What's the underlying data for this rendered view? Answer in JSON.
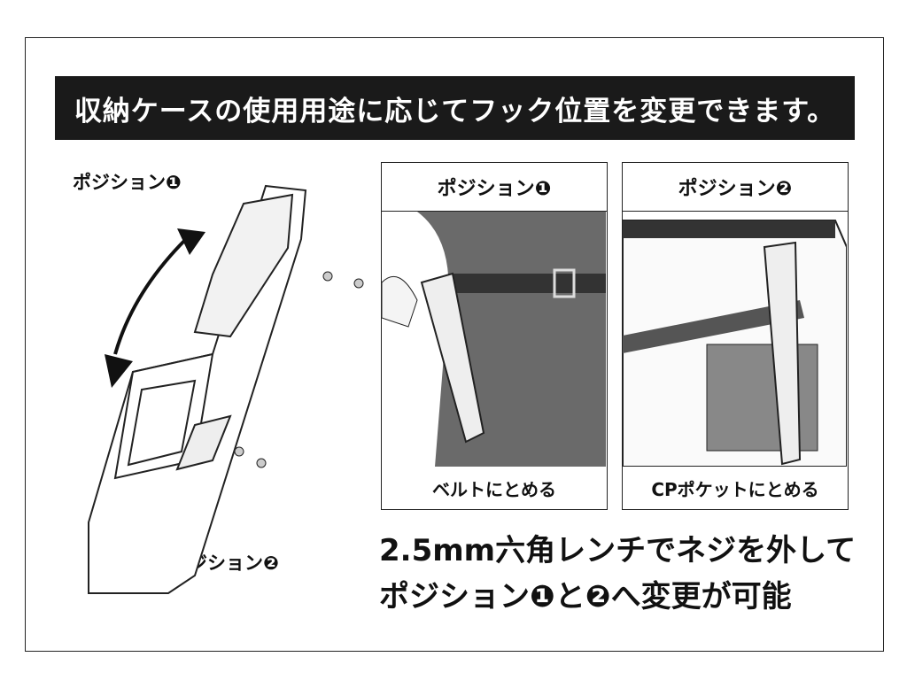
{
  "banner": {
    "text": "収納ケースの使用用途に応じてフック位置を変更できます。"
  },
  "left": {
    "position1_label": "ポジション❶",
    "position2_label": "ポジション❷"
  },
  "panels": [
    {
      "title": "ポジション❶",
      "caption": "ベルトにとめる"
    },
    {
      "title": "ポジション❷",
      "caption": "CPポケットにとめる"
    }
  ],
  "note": {
    "line1": "2.5mm六角レンチでネジを外して",
    "line2": "ポジション❶と❷へ変更が可能"
  }
}
